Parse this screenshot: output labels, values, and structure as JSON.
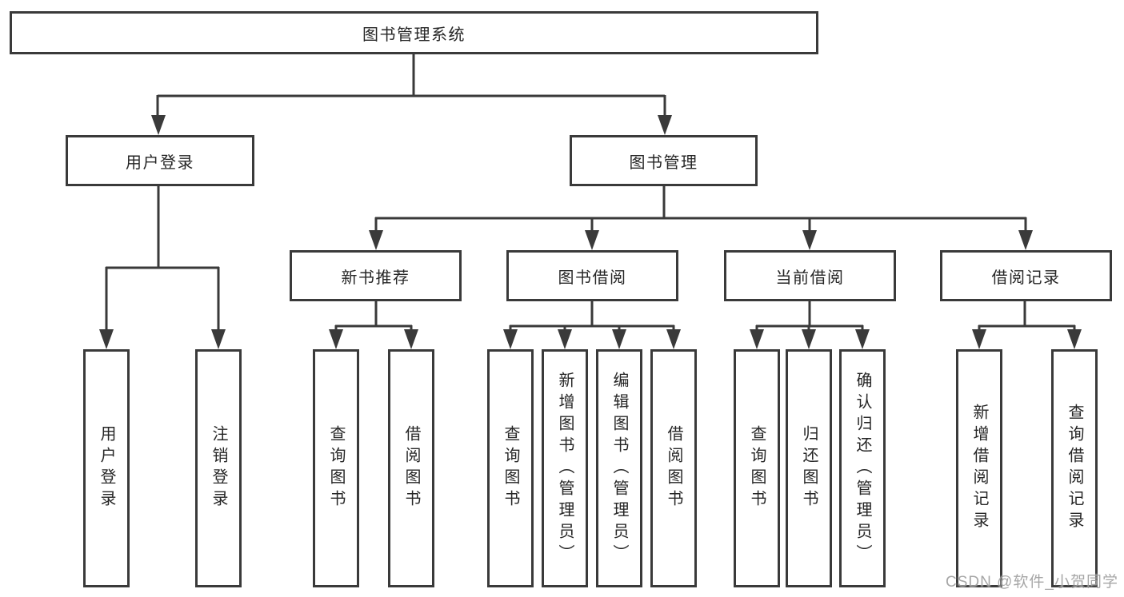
{
  "diagram": {
    "title": "图书管理系统",
    "nodes": {
      "root": {
        "label": "图书管理系统"
      },
      "user_login": {
        "label": "用户登录"
      },
      "book_mgmt": {
        "label": "图书管理"
      },
      "new_book_rec": {
        "label": "新书推荐"
      },
      "book_borrow": {
        "label": "图书借阅"
      },
      "current_borrow": {
        "label": "当前借阅"
      },
      "borrow_record": {
        "label": "借阅记录"
      },
      "leaf_user_login": {
        "label": "用户登录"
      },
      "leaf_logout": {
        "label": "注销登录"
      },
      "leaf_nb_query": {
        "label": "查询图书"
      },
      "leaf_nb_borrow": {
        "label": "借阅图书"
      },
      "leaf_bb_query": {
        "label": "查询图书"
      },
      "leaf_bb_add": {
        "label": "新增图书（管理员）"
      },
      "leaf_bb_edit": {
        "label": "编辑图书（管理员）"
      },
      "leaf_bb_borrow": {
        "label": "借阅图书"
      },
      "leaf_cb_query": {
        "label": "查询图书"
      },
      "leaf_cb_return": {
        "label": "归还图书"
      },
      "leaf_cb_confirm": {
        "label": "确认归还（管理员）"
      },
      "leaf_br_add": {
        "label": "新增借阅记录"
      },
      "leaf_br_query": {
        "label": "查询借阅记录"
      }
    },
    "colors": {
      "line": "#3a3a3a",
      "box_background": "#ffffff",
      "text": "#262626",
      "watermark": "#969696"
    },
    "watermark": "CSDN @软件_小贺同学"
  }
}
